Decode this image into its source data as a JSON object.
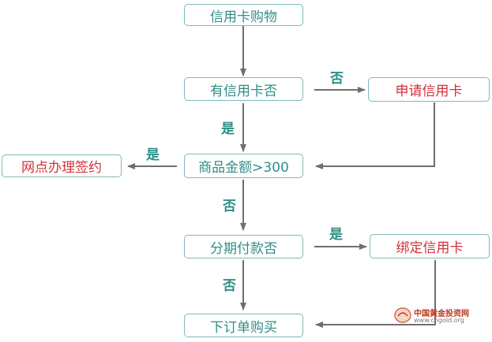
{
  "nodes": {
    "credit_card_purchase": "信用卡购物",
    "has_credit_card": "有信用卡否",
    "apply_credit_card": "申请信用卡",
    "amount_over_300": "商品金额>300",
    "branch_sign_agreement": "网点办理签约",
    "installment": "分期付款否",
    "bind_credit_card": "绑定信用卡",
    "place_order": "下订单购买"
  },
  "edges": {
    "has_card_no": "否",
    "has_card_yes": "是",
    "amount_yes": "是",
    "amount_no": "否",
    "installment_yes": "是",
    "installment_no": "否"
  },
  "watermark": {
    "name_cn": "中国黄金投资网",
    "url": "www.cngold.org"
  },
  "colors": {
    "box_border": "#7fb8bb",
    "text_teal": "#2f8f88",
    "text_red": "#d4303a",
    "arrow": "#6e6e6e"
  }
}
